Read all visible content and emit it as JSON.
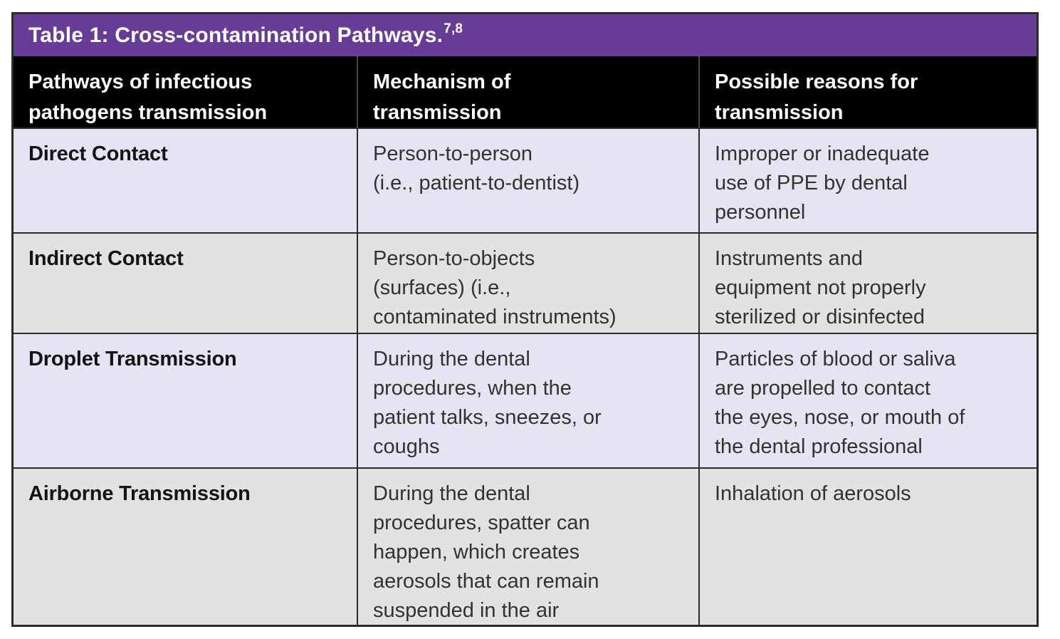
{
  "title": {
    "text": "Table 1: Cross-contamination Pathways.",
    "superscript": "7,8"
  },
  "colors": {
    "title_bar": "#663c97",
    "header_bg": "#000000",
    "row_lavender": "#e7e3f2",
    "row_gray": "#e2e2e2",
    "border": "#2b2b2b"
  },
  "header": {
    "pathways": "Pathways of infectious\npathogens transmission",
    "mechanism": "Mechanism of\ntransmission",
    "reasons": "Possible reasons for\ntransmission"
  },
  "rows": [
    {
      "pathway": "Direct Contact",
      "mechanism": "Person-to-person\n(i.e., patient-to-dentist)",
      "reason": "Improper or inadequate\nuse of PPE by dental\npersonnel"
    },
    {
      "pathway": "Indirect Contact",
      "mechanism": "Person-to-objects\n(surfaces) (i.e.,\ncontaminated instruments)",
      "reason": "Instruments and\nequipment not properly\nsterilized or disinfected"
    },
    {
      "pathway": "Droplet Transmission",
      "mechanism": "During the dental\nprocedures, when the\npatient talks, sneezes, or\ncoughs",
      "reason": "Particles of blood or saliva\nare propelled to contact\nthe eyes, nose, or mouth of\nthe dental professional"
    },
    {
      "pathway": "Airborne Transmission",
      "mechanism": "During the dental\nprocedures, spatter can\nhappen, which creates\naerosols that can remain\nsuspended in the air",
      "reason": "Inhalation of aerosols"
    }
  ]
}
